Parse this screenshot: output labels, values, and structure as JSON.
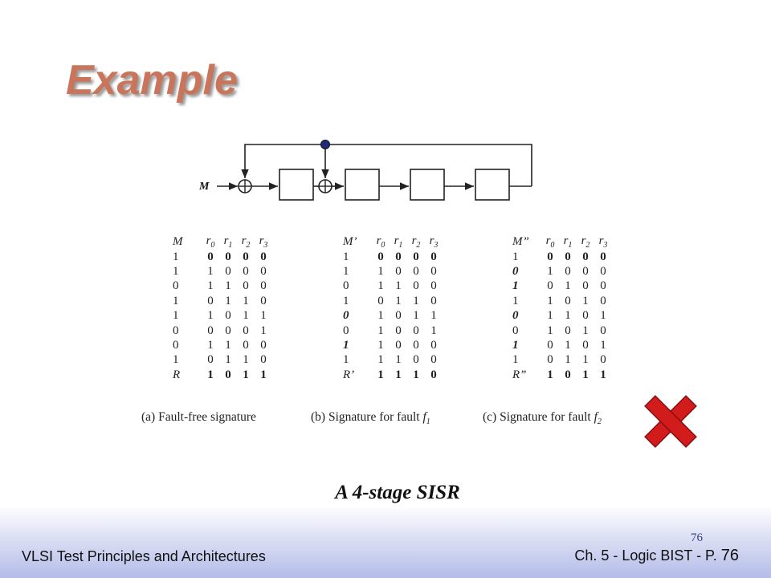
{
  "slide": {
    "title": "Example",
    "subtitle": "A 4-stage SISR",
    "page_number": "76"
  },
  "diagram": {
    "input_label": "M",
    "stages": 4
  },
  "tables": [
    {
      "header_m": "M",
      "headers": [
        "r0",
        "r1",
        "r2",
        "r3"
      ],
      "rows": [
        [
          "1",
          "0",
          "0",
          "0",
          "0"
        ],
        [
          "1",
          "1",
          "0",
          "0",
          "0"
        ],
        [
          "0",
          "1",
          "1",
          "0",
          "0"
        ],
        [
          "1",
          "0",
          "1",
          "1",
          "0"
        ],
        [
          "1",
          "1",
          "0",
          "1",
          "1"
        ],
        [
          "0",
          "0",
          "0",
          "0",
          "1"
        ],
        [
          "0",
          "1",
          "1",
          "0",
          "0"
        ],
        [
          "1",
          "0",
          "1",
          "1",
          "0"
        ]
      ],
      "result_label": "R",
      "result": [
        "1",
        "0",
        "1",
        "1"
      ],
      "caption_text": "(a) Fault-free signature",
      "caption_fault": ""
    },
    {
      "header_m": "M’",
      "headers": [
        "r0",
        "r1",
        "r2",
        "r3"
      ],
      "rows": [
        [
          "1",
          "0",
          "0",
          "0",
          "0"
        ],
        [
          "1",
          "1",
          "0",
          "0",
          "0"
        ],
        [
          "0",
          "1",
          "1",
          "0",
          "0"
        ],
        [
          "1",
          "0",
          "1",
          "1",
          "0"
        ],
        [
          "0",
          "1",
          "0",
          "1",
          "1"
        ],
        [
          "0",
          "1",
          "0",
          "0",
          "1"
        ],
        [
          "1",
          "1",
          "0",
          "0",
          "0"
        ],
        [
          "1",
          "1",
          "1",
          "0",
          "0"
        ]
      ],
      "result_label": "R’",
      "result": [
        "1",
        "1",
        "1",
        "0"
      ],
      "caption_text": "(b) Signature for fault ",
      "caption_fault": "f1"
    },
    {
      "header_m": "M”",
      "headers": [
        "r0",
        "r1",
        "r2",
        "r3"
      ],
      "rows": [
        [
          "1",
          "0",
          "0",
          "0",
          "0"
        ],
        [
          "0",
          "1",
          "0",
          "0",
          "0"
        ],
        [
          "1",
          "0",
          "1",
          "0",
          "0"
        ],
        [
          "1",
          "1",
          "0",
          "1",
          "0"
        ],
        [
          "0",
          "1",
          "1",
          "0",
          "1"
        ],
        [
          "0",
          "1",
          "0",
          "1",
          "0"
        ],
        [
          "1",
          "0",
          "1",
          "0",
          "1"
        ],
        [
          "1",
          "0",
          "1",
          "1",
          "0"
        ]
      ],
      "result_label": "R”",
      "result": [
        "1",
        "0",
        "1",
        "1"
      ],
      "caption_text": "(c) Signature for fault ",
      "caption_fault": "f2"
    }
  ],
  "footer": {
    "left": "VLSI Test Principles and Architectures",
    "right_prefix": "Ch. 5 - Logic BIST - P. ",
    "right_number": "76"
  },
  "colors": {
    "title": "#c8755c",
    "x_mark": "#d21b1b",
    "footer_gradient_end": "#b4bce8"
  },
  "icons": {
    "x_mark": "red-x-icon"
  }
}
